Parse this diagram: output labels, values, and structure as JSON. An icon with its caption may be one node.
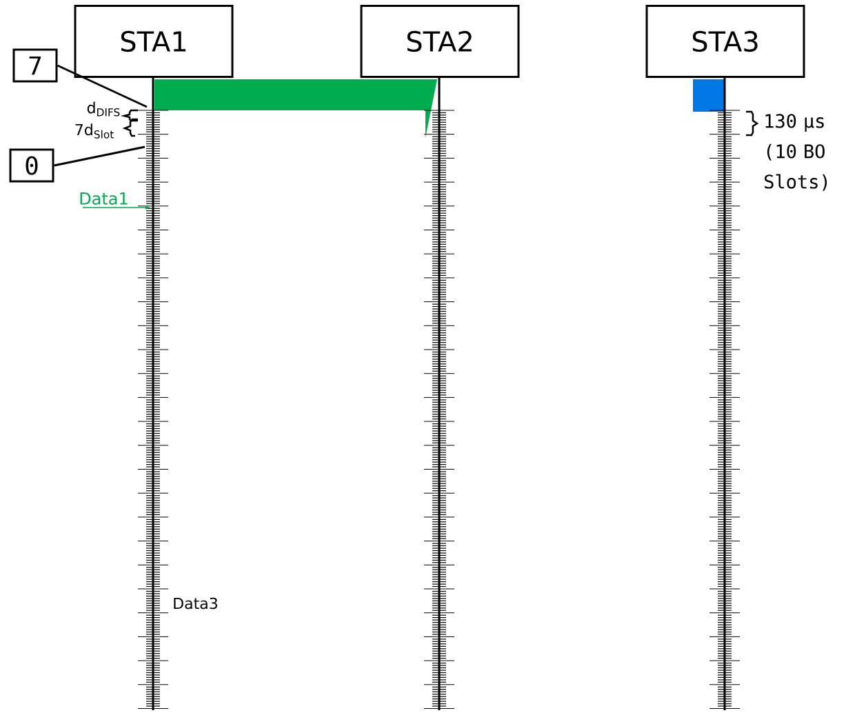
{
  "diagram": {
    "nodes": [
      {
        "text": [
          "STA1"
        ]
      },
      {
        "text": [
          "STA2"
        ]
      },
      {
        "text": [
          "STA3"
        ]
      },
      {
        "text": [
          "7"
        ]
      },
      {
        "text": [
          "0"
        ]
      }
    ],
    "edges": [
      {
        "from": 3,
        "to": null,
        "arrow": "none"
      },
      {
        "from": 4,
        "to": null,
        "arrow": "none"
      }
    ],
    "labels": [
      "d$_{DIFS}$",
      "7d$_{Slot}$",
      "Data1",
      "130 µs (10 BO Slots)",
      "Data3"
    ]
  }
}
